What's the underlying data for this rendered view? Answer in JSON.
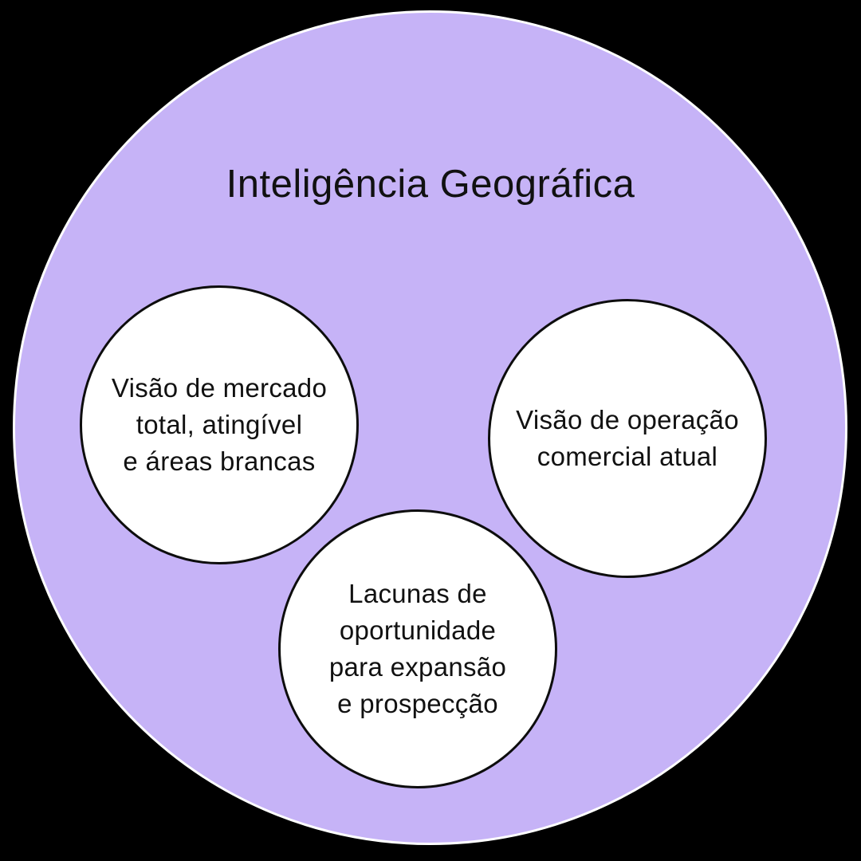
{
  "diagram": {
    "title": "Inteligência Geográfica",
    "colors": {
      "background": "#000000",
      "outer_circle_fill": "#c6b3f7",
      "outer_circle_border": "#ffffff",
      "inner_circle_fill": "#ffffff",
      "inner_circle_border": "#0d0d0d",
      "text": "#111111"
    },
    "circles": [
      {
        "id": "market-vision",
        "text": "Visão de mercado\ntotal, atingível\ne áreas brancas"
      },
      {
        "id": "commercial-operation",
        "text": "Visão de operação\ncomercial atual"
      },
      {
        "id": "opportunity-gaps",
        "text": "Lacunas de\noportunidade\npara expansão\ne prospecção"
      }
    ]
  }
}
